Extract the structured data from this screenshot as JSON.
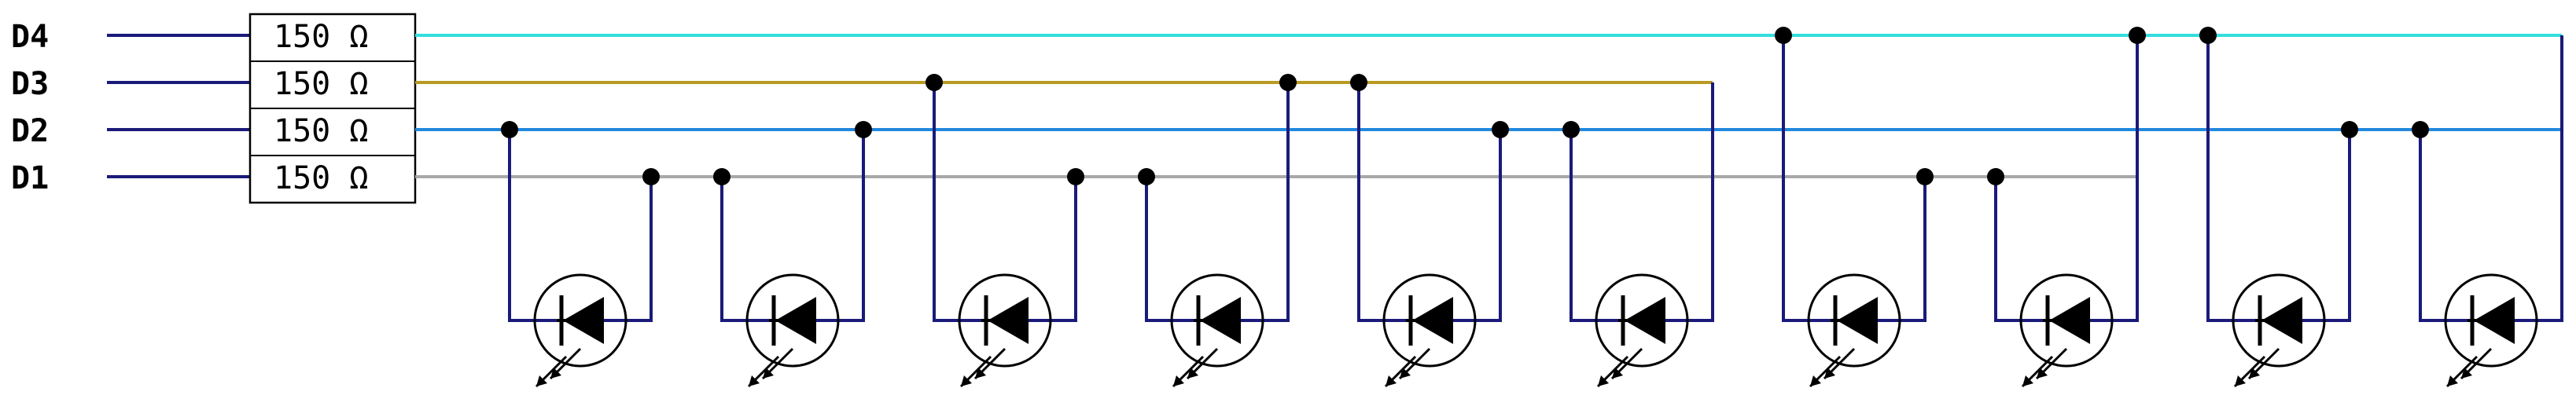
{
  "pins": [
    {
      "label": "D4",
      "color": "#33dddd"
    },
    {
      "label": "D3",
      "color": "#b89a22"
    },
    {
      "label": "D2",
      "color": "#2288dd"
    },
    {
      "label": "D1",
      "color": "#a8a8a8"
    }
  ],
  "resistor_label": "150 Ω",
  "input_wire_color": "#1a1a7a",
  "led_wire_color": "#1a1a7a",
  "leds": [
    {
      "anode": "D2",
      "cathode": "D1"
    },
    {
      "anode": "D1",
      "cathode": "D2"
    },
    {
      "anode": "D3",
      "cathode": "D1"
    },
    {
      "anode": "D1",
      "cathode": "D3"
    },
    {
      "anode": "D3",
      "cathode": "D2"
    },
    {
      "anode": "D2",
      "cathode": "D3"
    },
    {
      "anode": "D4",
      "cathode": "D1"
    },
    {
      "anode": "D1",
      "cathode": "D4"
    },
    {
      "anode": "D4",
      "cathode": "D2"
    },
    {
      "anode": "D2",
      "cathode": "D4"
    }
  ],
  "icons": {
    "led": "led-icon",
    "resistor": "resistor-icon",
    "junction": "junction-dot"
  }
}
